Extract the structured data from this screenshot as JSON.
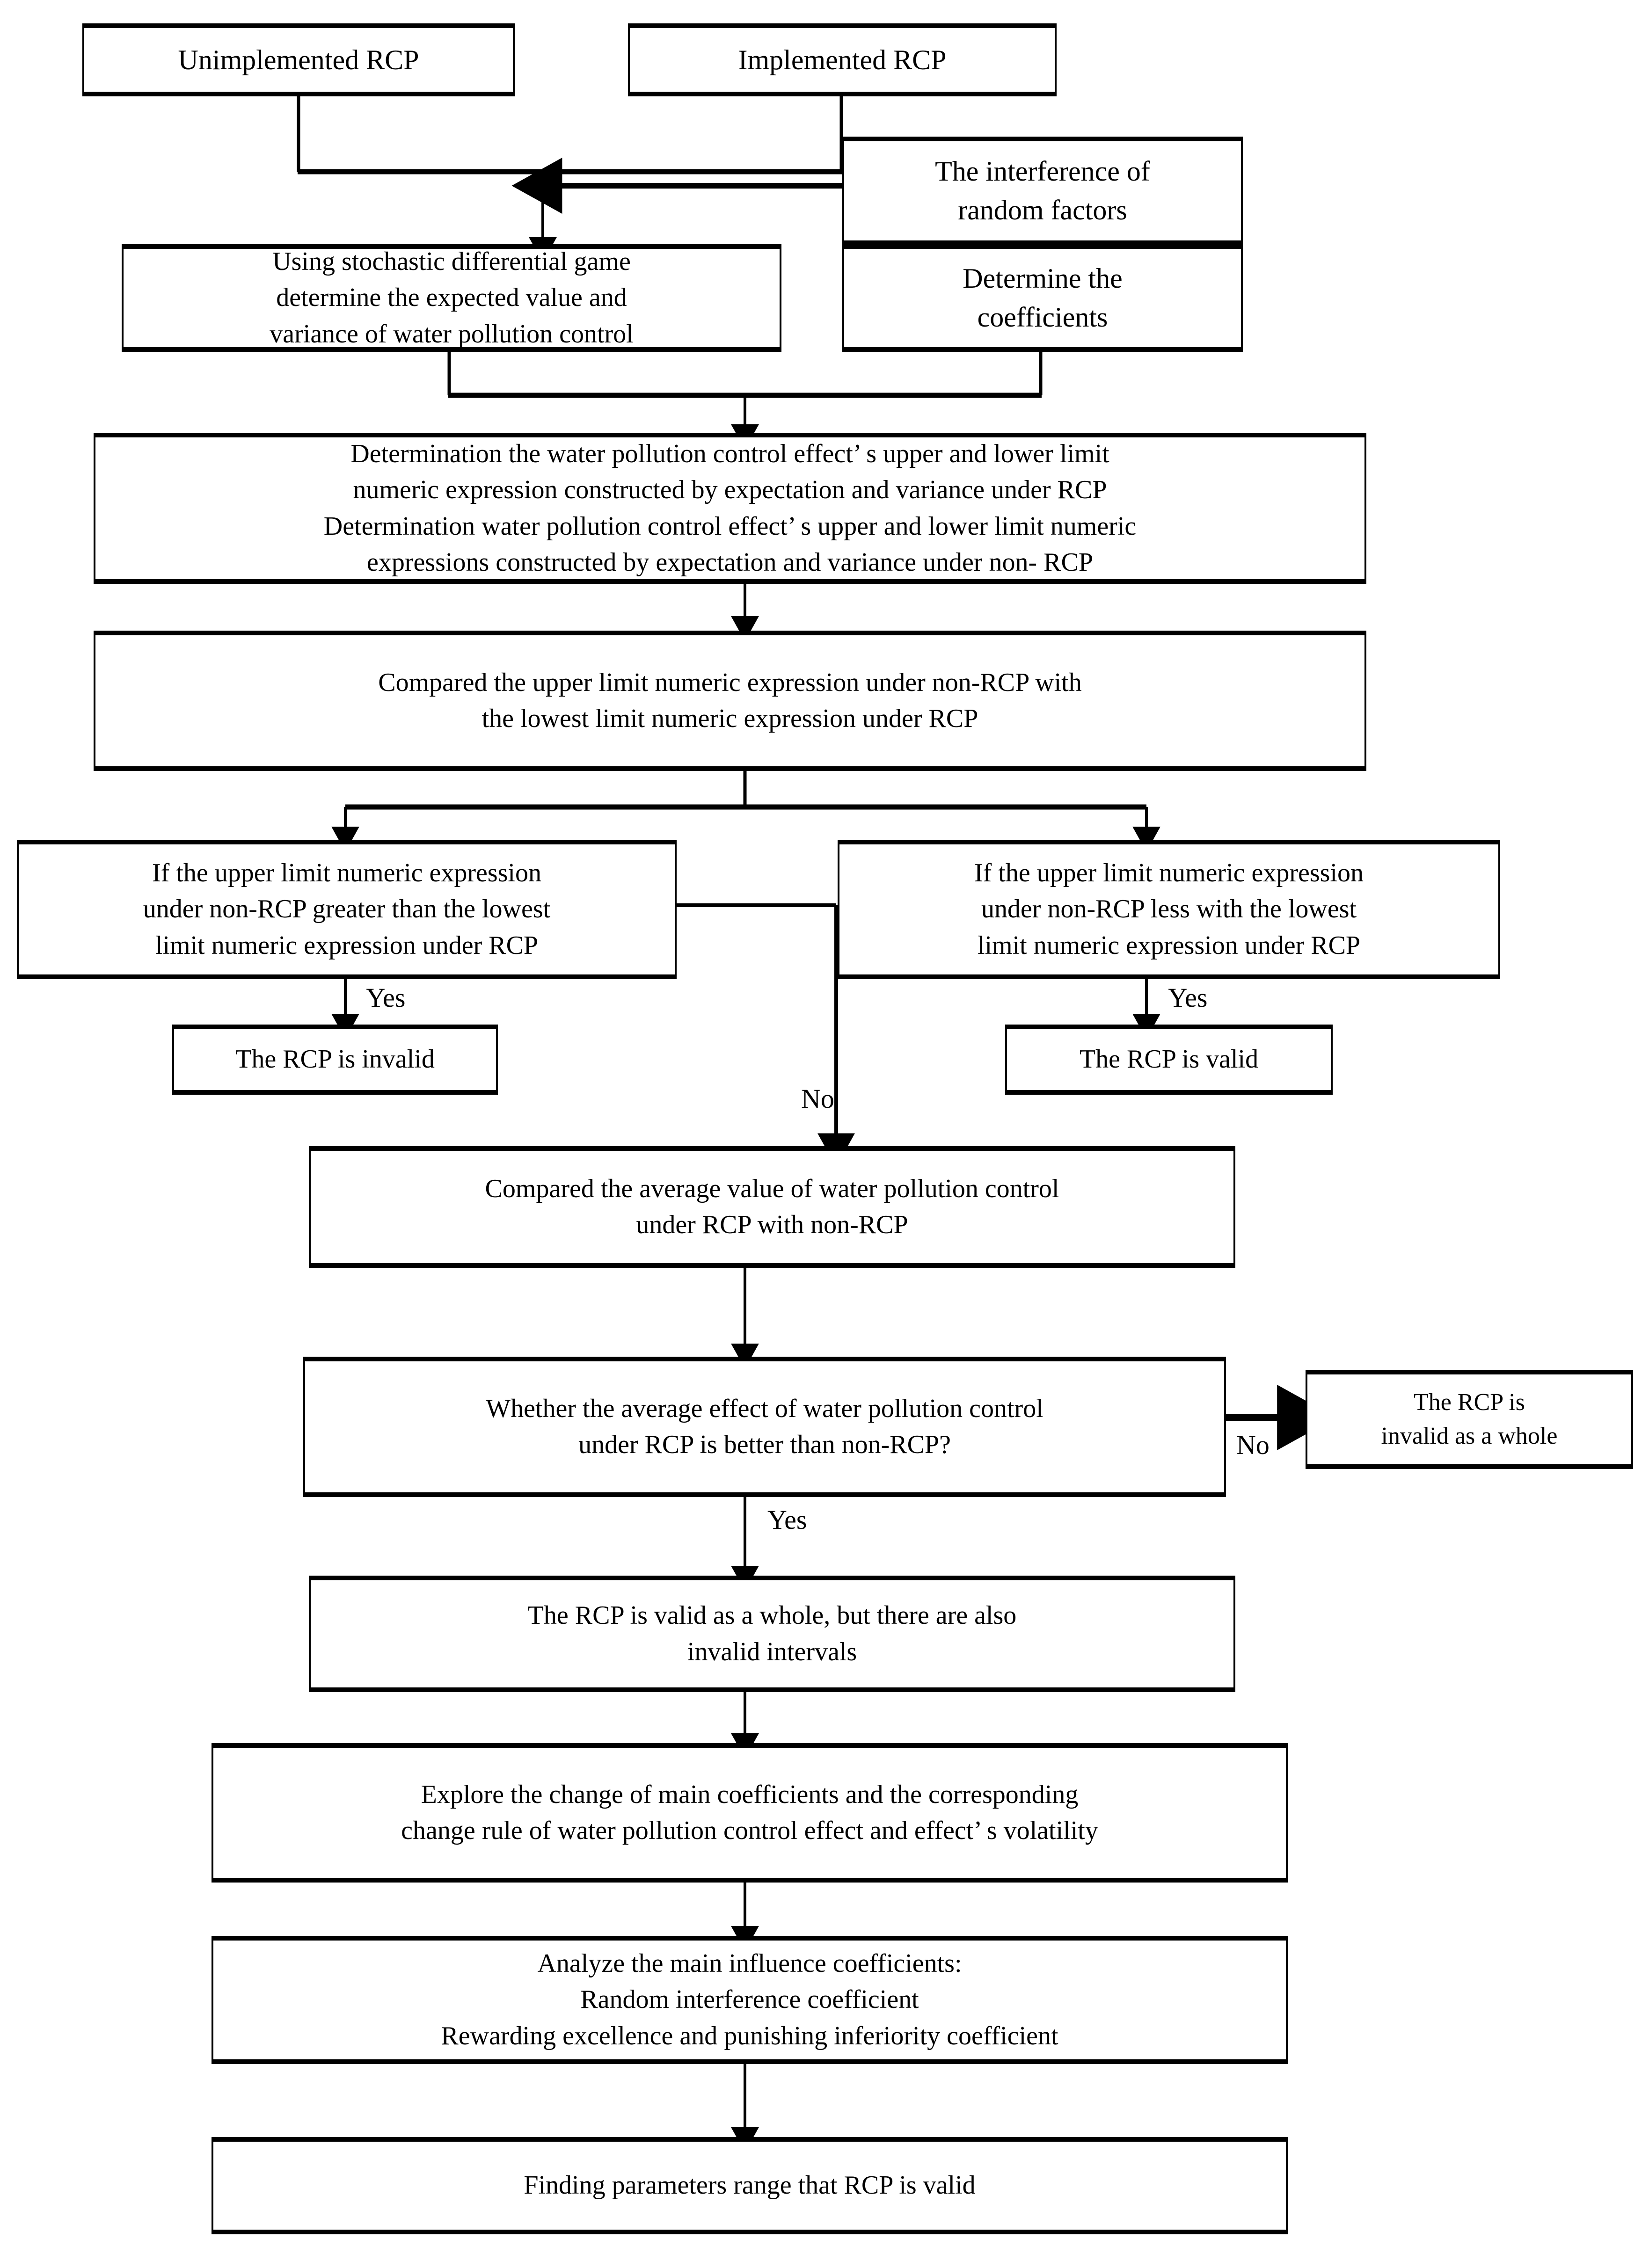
{
  "diagram": {
    "title": "Research framework flowchart for evaluating RCP water pollution control",
    "stroke_color": "#000000",
    "background_color": "#ffffff"
  },
  "nodes": {
    "unimplemented_rcp": "Unimplemented RCP",
    "implemented_rcp": "Implemented RCP",
    "interference": "The interference of\nrandom factors",
    "stochastic_game": "Using stochastic differential game\ndetermine the expected value and\nvariance of water pollution control",
    "determine_coefficients": "Determine the\ncoefficients",
    "determination_limits": "Determination the water pollution control effect’ s upper and lower limit\nnumeric expression constructed by expectation and variance under RCP\nDetermination water pollution control effect’ s upper and lower limit numeric\nexpressions constructed by expectation and variance under non- RCP",
    "compare_limits": "Compared the upper limit numeric expression under non-RCP with\nthe lowest limit numeric expression under  RCP",
    "decision_greater": "If the upper limit numeric expression\nunder non-RCP greater than the lowest\nlimit numeric expression under  RCP",
    "decision_less": "If the upper limit numeric expression\nunder non-RCP less with the lowest\nlimit numeric expression under  RCP",
    "rcp_invalid": "The RCP is  invalid",
    "rcp_valid": "The RCP is  valid",
    "compare_average": "Compared the average value of water pollution control\nunder RCP with non-RCP",
    "decision_average_better": "Whether the average effect of water pollution control\nunder RCP is better than non-RCP?",
    "invalid_as_whole": "The RCP is\ninvalid as a whole",
    "valid_as_whole": "The RCP is  valid as a whole, but there are also\ninvalid intervals",
    "explore_change": "Explore the change of main coefficients and the corresponding\nchange rule of water pollution control effect and effect’ s volatility",
    "analyze_coefficients": "Analyze the main influence coefficients:\nRandom interference coefficient\nRewarding excellence and punishing inferiority coefficient",
    "finding_parameters": "Finding parameters range that  RCP is  valid"
  },
  "edge_labels": {
    "yes_left": "Yes",
    "yes_right": "Yes",
    "no_middle": "No",
    "no_right": "No",
    "yes_bottom": "Yes"
  }
}
